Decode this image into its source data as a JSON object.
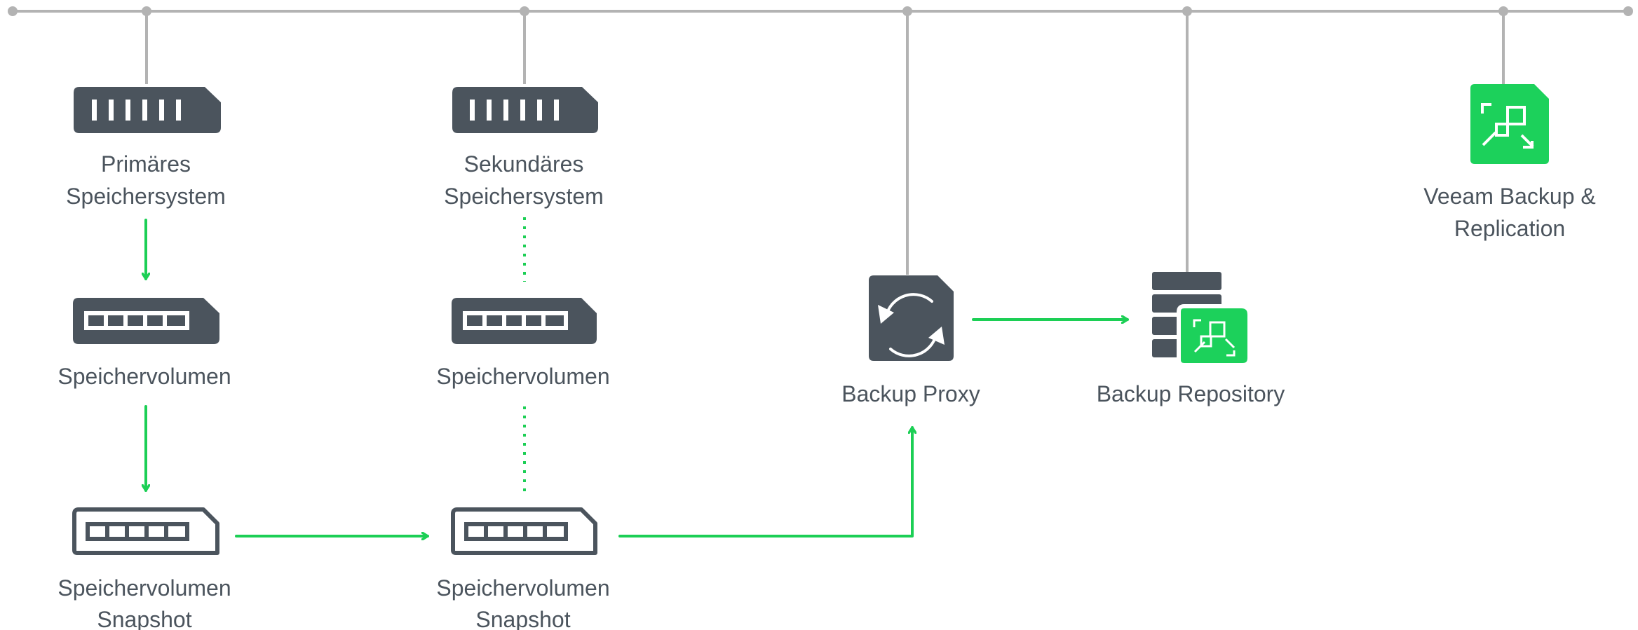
{
  "nodes": {
    "primary_storage": {
      "label_lines": [
        "Primäres",
        "Speichersystem"
      ],
      "icon": "storage-array-icon"
    },
    "primary_volume": {
      "label_lines": [
        "Speichervolumen"
      ],
      "icon": "storage-volume-icon"
    },
    "primary_snapshot": {
      "label_lines": [
        "Speichervolumen",
        "Snapshot"
      ],
      "icon": "volume-snapshot-icon"
    },
    "secondary_storage": {
      "label_lines": [
        "Sekundäres",
        "Speichersystem"
      ],
      "icon": "storage-array-icon"
    },
    "secondary_volume": {
      "label_lines": [
        "Speichervolumen"
      ],
      "icon": "storage-volume-icon"
    },
    "secondary_snapshot": {
      "label_lines": [
        "Speichervolumen",
        "Snapshot"
      ],
      "icon": "volume-snapshot-icon"
    },
    "backup_proxy": {
      "label_lines": [
        "Backup Proxy"
      ],
      "icon": "backup-proxy-icon"
    },
    "backup_repository": {
      "label_lines": [
        "Backup Repository"
      ],
      "icon": "backup-repository-icon"
    },
    "veeam": {
      "label_lines": [
        "Veeam Backup &",
        "Replication"
      ],
      "icon": "veeam-logo-icon"
    }
  },
  "colors": {
    "network_line": "#b3b3b3",
    "icon_dark": "#4b545d",
    "flow_green": "#1ccf55",
    "veeam_green": "#1cd15b",
    "label": "#4b545d"
  }
}
